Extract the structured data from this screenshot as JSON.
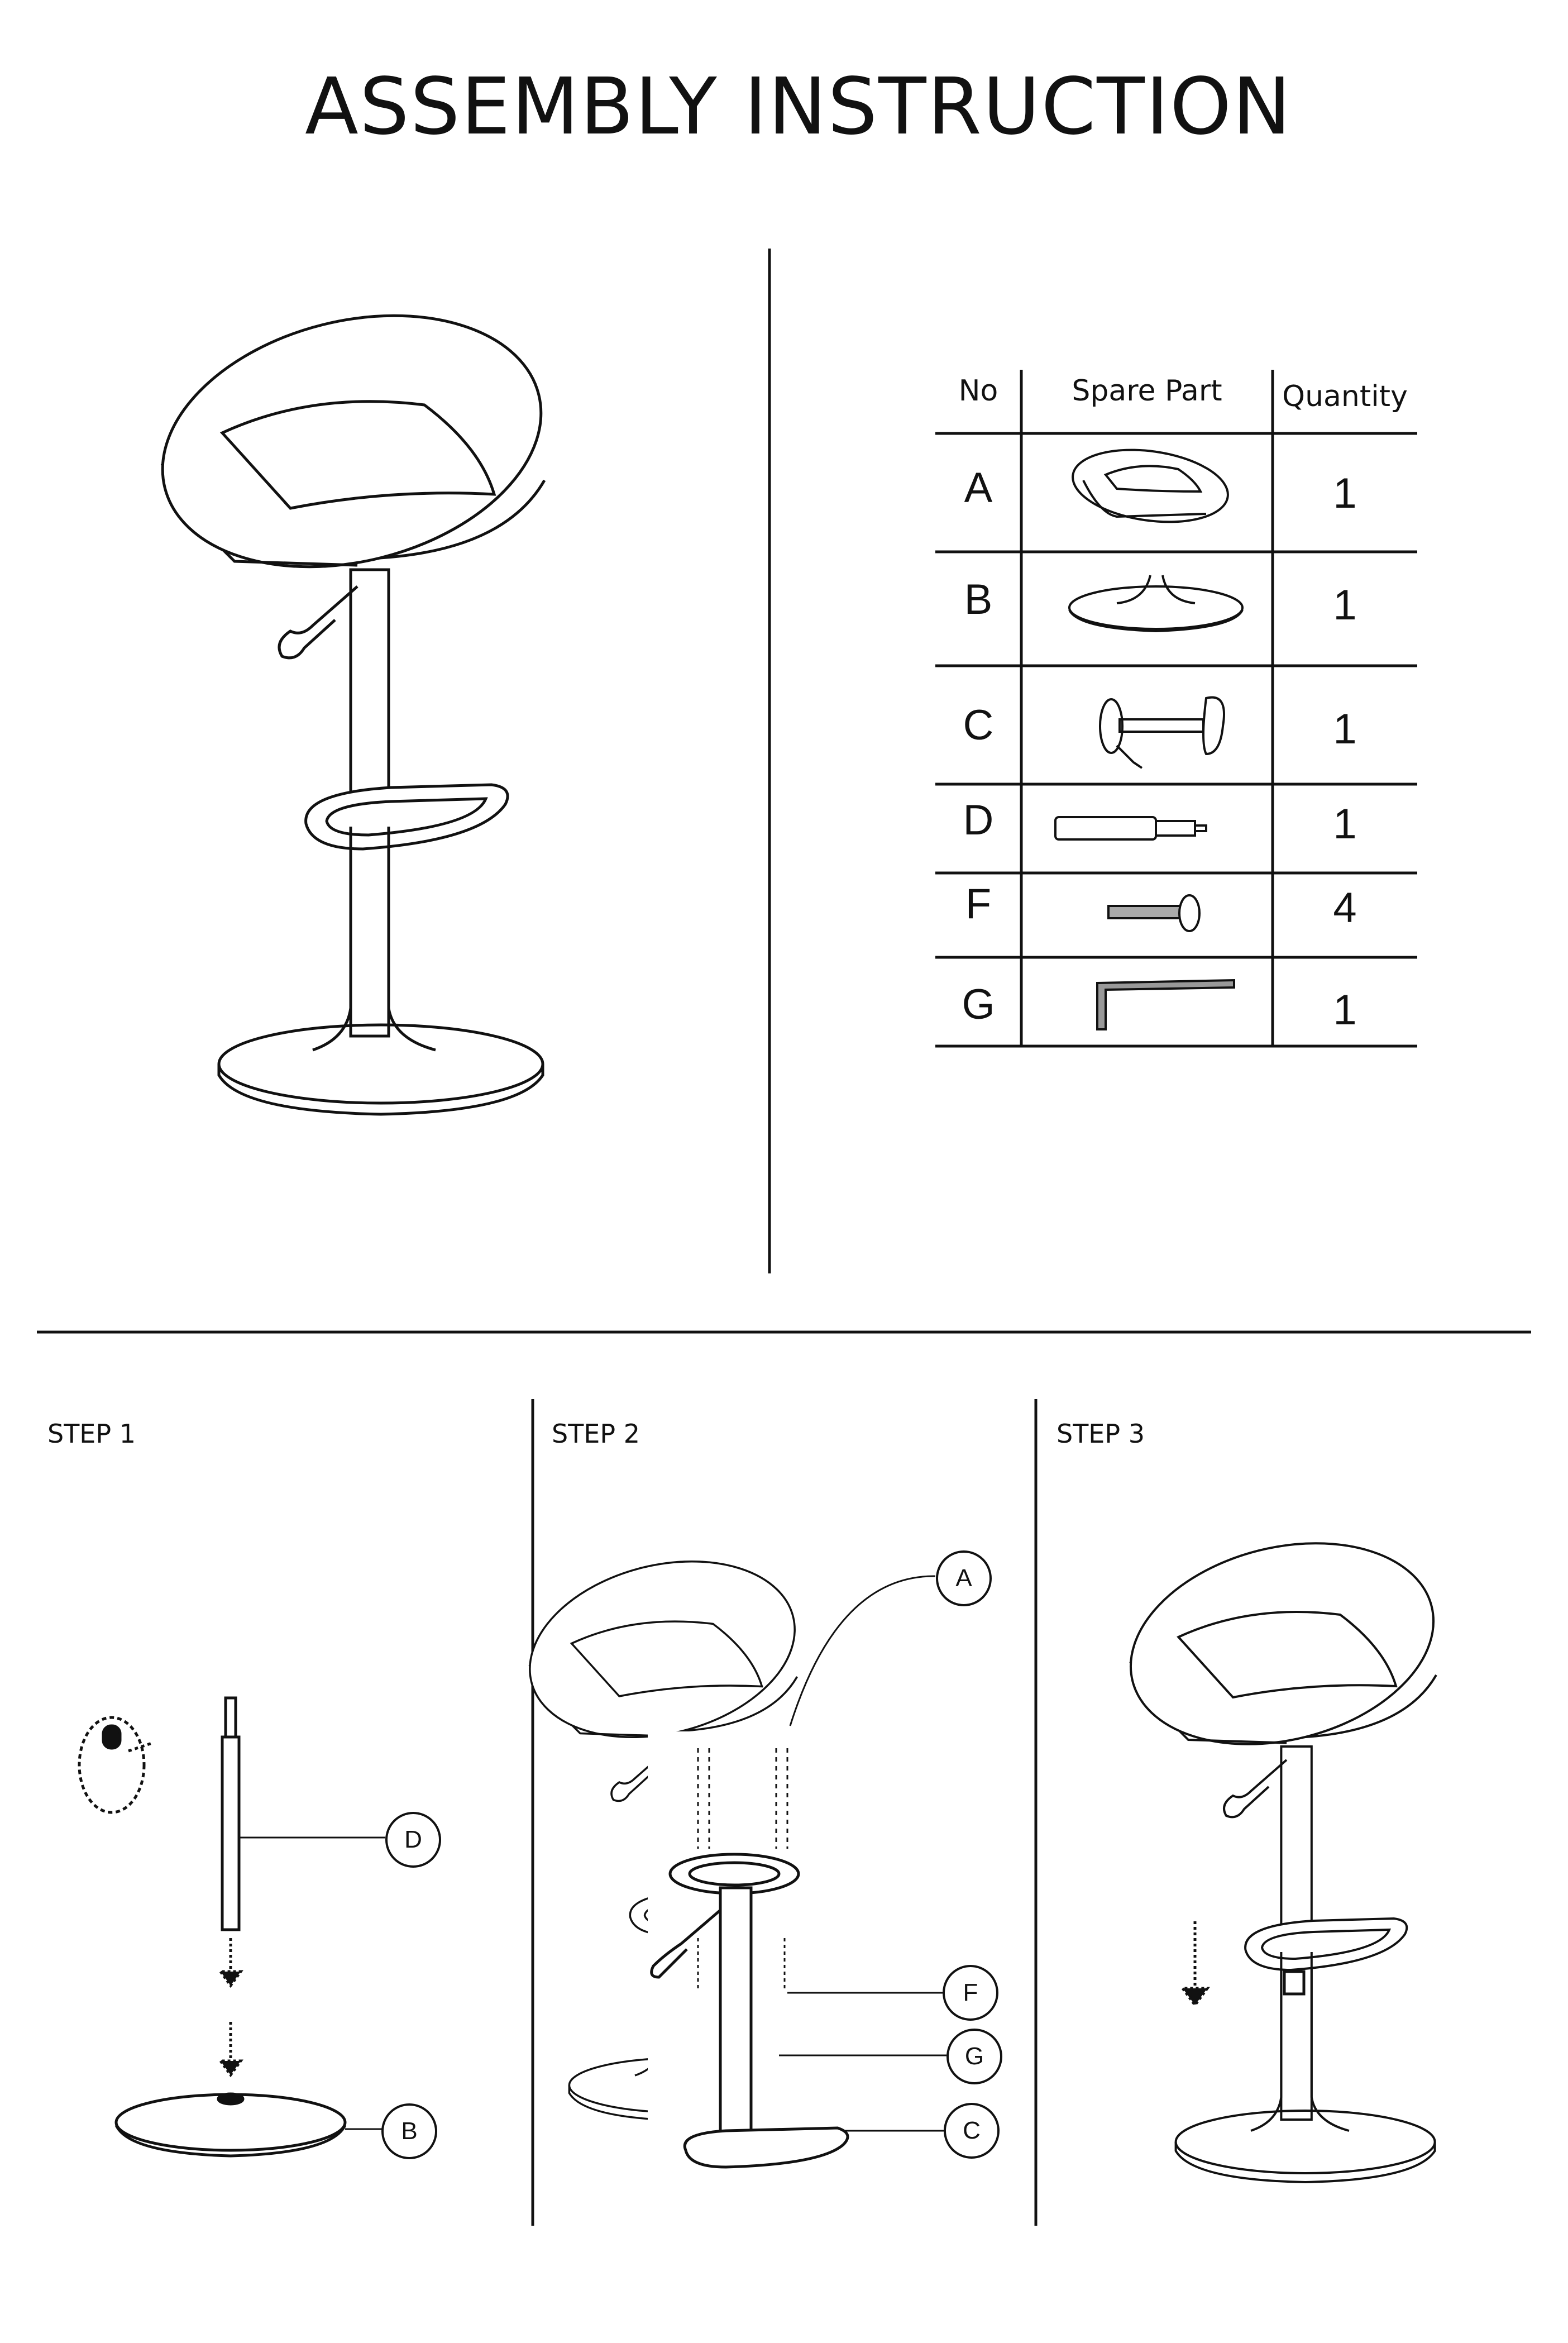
{
  "title": "ASSEMBLY INSTRUCTION",
  "parts_table": {
    "headers": {
      "no": "No",
      "part": "Spare Part",
      "quantity": "Quantity"
    },
    "rows": [
      {
        "no": "A",
        "part_icon": "seat-icon",
        "quantity": "1"
      },
      {
        "no": "B",
        "part_icon": "base-disk-icon",
        "quantity": "1"
      },
      {
        "no": "C",
        "part_icon": "footrest-lever-icon",
        "quantity": "1"
      },
      {
        "no": "D",
        "part_icon": "gas-cylinder-icon",
        "quantity": "1"
      },
      {
        "no": "F",
        "part_icon": "bolt-icon",
        "quantity": "4"
      },
      {
        "no": "G",
        "part_icon": "allen-key-icon",
        "quantity": "1"
      }
    ]
  },
  "steps": [
    {
      "label": "STEP 1",
      "callouts": [
        "D",
        "B"
      ]
    },
    {
      "label": "STEP 2",
      "callouts": [
        "A",
        "F",
        "G",
        "C"
      ]
    },
    {
      "label": "STEP 3"
    }
  ]
}
